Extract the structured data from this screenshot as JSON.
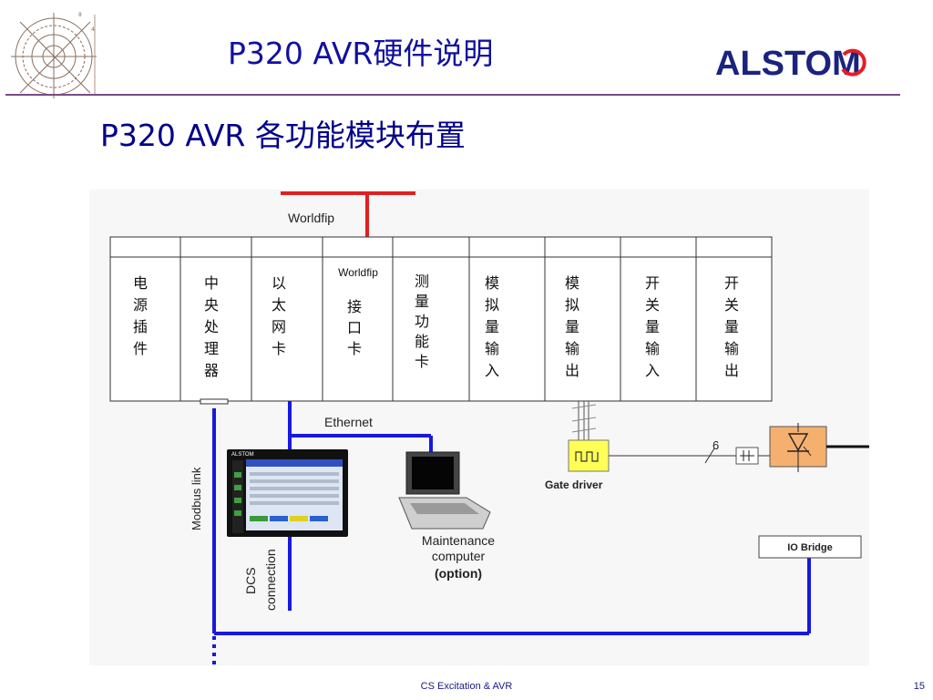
{
  "header": {
    "title": "P320 AVR硬件说明",
    "brand": "ALSTOM"
  },
  "subtitle": "P320 AVR  各功能模块布置",
  "diagram": {
    "top_label": "Worldfip",
    "modules": [
      {
        "name": "电源插件",
        "chars": [
          "电",
          "源",
          "插",
          "件"
        ]
      },
      {
        "name": "中央处理器",
        "chars": [
          "中",
          "央",
          "处",
          "理",
          "器"
        ]
      },
      {
        "name": "以太网卡",
        "chars": [
          "以",
          "太",
          "网",
          "卡"
        ]
      },
      {
        "name": "Worldfip接口卡",
        "header": "Worldfip",
        "chars": [
          "接",
          "口",
          "卡"
        ]
      },
      {
        "name": "测量功能卡",
        "chars": [
          "测",
          "量",
          "功",
          "能",
          "卡"
        ]
      },
      {
        "name": "模拟量输入",
        "chars": [
          "模",
          "拟",
          "量",
          "输",
          "入"
        ]
      },
      {
        "name": "模拟量输出",
        "chars": [
          "模",
          "拟",
          "量",
          "输",
          "出"
        ]
      },
      {
        "name": "开关量输入",
        "chars": [
          "开",
          "关",
          "量",
          "输",
          "入"
        ]
      },
      {
        "name": "开关量输出",
        "chars": [
          "开",
          "关",
          "量",
          "输",
          "出"
        ]
      }
    ],
    "ethernet_label": "Ethernet",
    "modbus_label": "Modbus link",
    "dcs_label_1": "DCS",
    "dcs_label_2": "connection",
    "hmi_brand": "ALSTOM",
    "maintenance_label_1": "Maintenance",
    "maintenance_label_2": "computer",
    "maintenance_label_3": "(option)",
    "gate_driver_label": "Gate driver",
    "gate_count": "6",
    "io_bridge_label": "IO Bridge"
  },
  "footer": {
    "center": "CS Excitation & AVR",
    "page": "15"
  },
  "colors": {
    "title_blue": "#1010a0",
    "alstom_blue": "#1a237e",
    "alstom_red": "#e31e24",
    "worldfip_red": "#e02020",
    "bus_blue": "#1818e0",
    "gate_yellow": "#ffff55",
    "thyristor_orange": "#f5b070"
  }
}
